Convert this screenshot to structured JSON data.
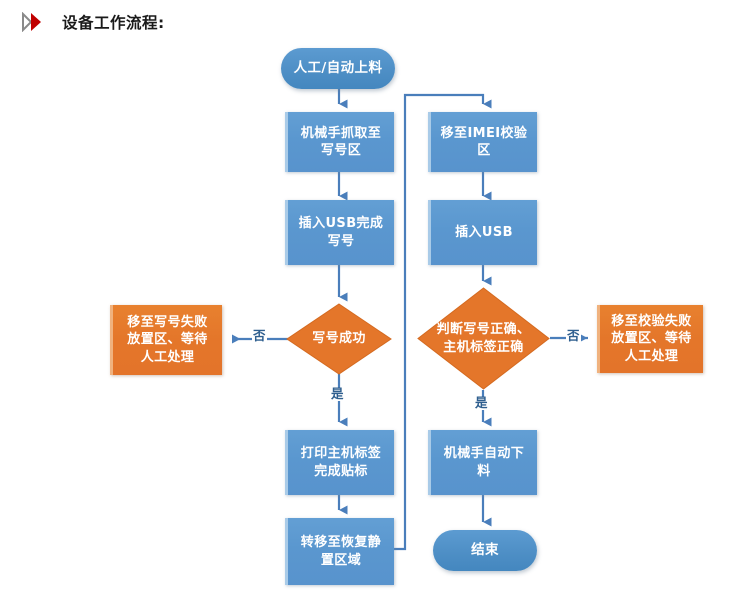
{
  "header": {
    "bullet_icon": "double-chevron-icon",
    "title": "设备工作流程:"
  },
  "colors": {
    "process_blue": "#5B9BD5",
    "terminator_blue": "#4D8EC5",
    "decision_orange": "#E4762A",
    "fail_orange": "#E4762A",
    "connector_blue": "#4A7EBB",
    "label_blue": "#2F5F8F",
    "title_black": "#1A1A1A"
  },
  "chart_data": {
    "type": "diagram",
    "title": "设备工作流程:",
    "nodes": [
      {
        "id": "start",
        "label": "人工/自动上料",
        "shape": "terminator",
        "color": "#4D8EC5"
      },
      {
        "id": "grab",
        "label": "机械手抓取至\n写号区",
        "shape": "process",
        "color": "#5B9BD5"
      },
      {
        "id": "usb_write",
        "label": "插入USB完成\n写号",
        "shape": "process",
        "color": "#5B9BD5"
      },
      {
        "id": "write_ok",
        "label": "写号成功",
        "shape": "decision",
        "color": "#E4762A"
      },
      {
        "id": "write_fail",
        "label": "移至写号失败\n放置区、等待\n人工处理",
        "shape": "process",
        "color": "#E4762A"
      },
      {
        "id": "print_label",
        "label": "打印主机标签\n完成贴标",
        "shape": "process",
        "color": "#5B9BD5"
      },
      {
        "id": "move_rest",
        "label": "转移至恢复静\n置区域",
        "shape": "process",
        "color": "#5B9BD5"
      },
      {
        "id": "move_imei",
        "label": "移至IMEI校验\n区",
        "shape": "process",
        "color": "#5B9BD5"
      },
      {
        "id": "usb_insert",
        "label": "插入USB",
        "shape": "process",
        "color": "#5B9BD5"
      },
      {
        "id": "verify",
        "label": "判断写号正确、\n主机标签正确",
        "shape": "decision",
        "color": "#E4762A"
      },
      {
        "id": "verify_fail",
        "label": "移至校验失败\n放置区、等待\n人工处理",
        "shape": "process",
        "color": "#E4762A"
      },
      {
        "id": "unload",
        "label": "机械手自动下\n料",
        "shape": "process",
        "color": "#5B9BD5"
      },
      {
        "id": "end",
        "label": "结束",
        "shape": "terminator",
        "color": "#4D8EC5"
      }
    ],
    "edges": [
      {
        "from": "start",
        "to": "grab",
        "label": ""
      },
      {
        "from": "grab",
        "to": "usb_write",
        "label": ""
      },
      {
        "from": "usb_write",
        "to": "write_ok",
        "label": ""
      },
      {
        "from": "write_ok",
        "to": "write_fail",
        "label": "否"
      },
      {
        "from": "write_ok",
        "to": "print_label",
        "label": "是"
      },
      {
        "from": "print_label",
        "to": "move_rest",
        "label": ""
      },
      {
        "from": "move_rest",
        "to": "move_imei",
        "label": ""
      },
      {
        "from": "move_imei",
        "to": "usb_insert",
        "label": ""
      },
      {
        "from": "usb_insert",
        "to": "verify",
        "label": ""
      },
      {
        "from": "verify",
        "to": "verify_fail",
        "label": "否"
      },
      {
        "from": "verify",
        "to": "unload",
        "label": "是"
      },
      {
        "from": "unload",
        "to": "end",
        "label": ""
      }
    ],
    "edge_labels": {
      "write_no": "否",
      "write_yes": "是",
      "verify_no": "否",
      "verify_yes": "是"
    }
  }
}
